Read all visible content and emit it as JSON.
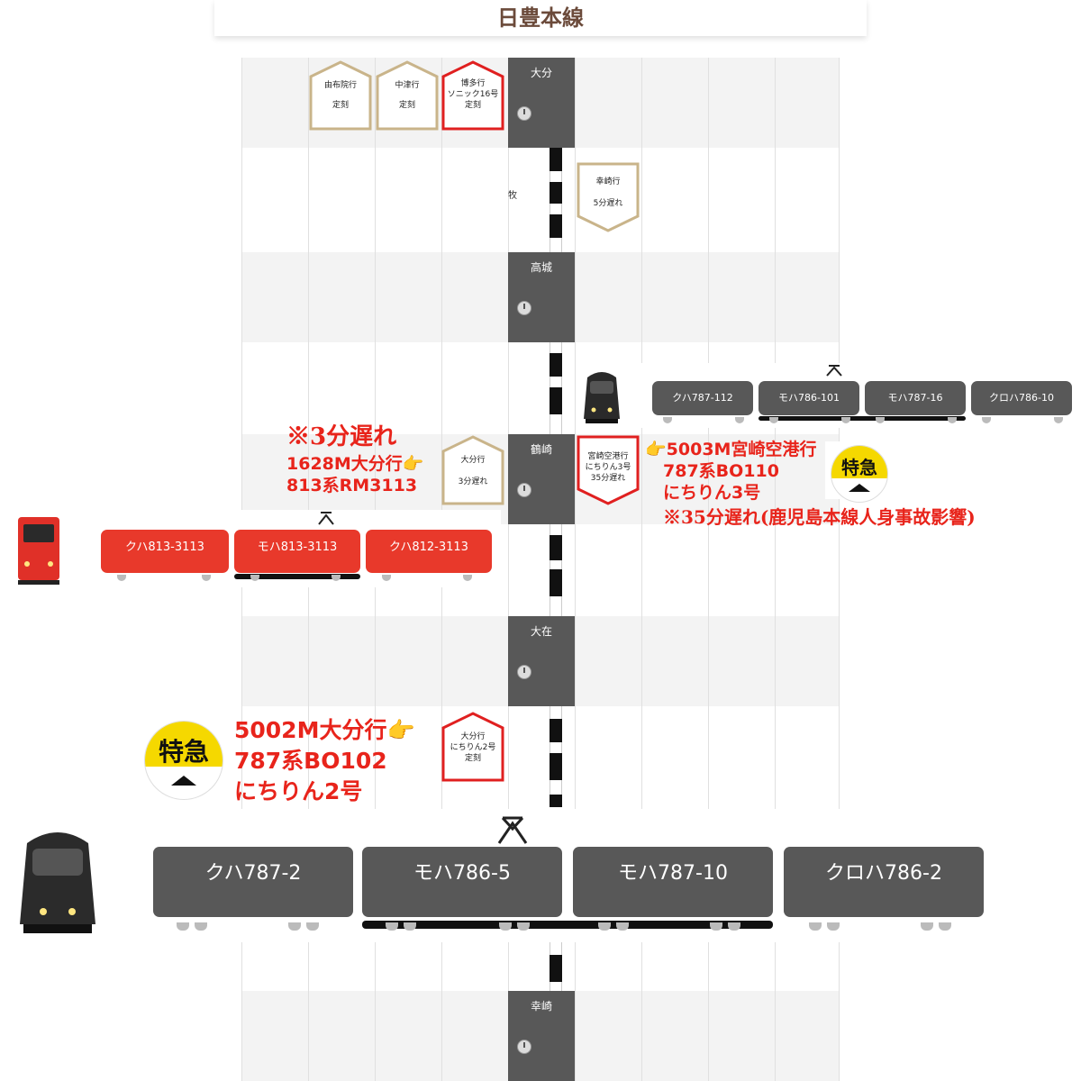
{
  "line_title": "日豊本線",
  "stations": [
    {
      "name": "大分"
    },
    {
      "name": "高城"
    },
    {
      "name": "鶴崎"
    },
    {
      "name": "大在"
    },
    {
      "name": "幸崎"
    }
  ],
  "between_label": "牧",
  "signs": [
    {
      "l1": "由布院行",
      "l2": "定刻",
      "color": "#c9b48a"
    },
    {
      "l1": "中津行",
      "l2": "定刻",
      "color": "#c9b48a"
    },
    {
      "l1": "博多行",
      "l2": "ソニック16号",
      "l3": "定刻",
      "color": "#e02020"
    },
    {
      "l1": "幸崎行",
      "l2": "5分遅れ",
      "color": "#c9b48a"
    },
    {
      "l1": "大分行",
      "l2": "3分遅れ",
      "color": "#c9b48a"
    },
    {
      "l1": "宮崎空港行",
      "l2": "にちりん3号",
      "l3": "35分遅れ",
      "color": "#e02020"
    },
    {
      "l1": "大分行",
      "l2": "にちりん2号",
      "l3": "定刻",
      "color": "#e02020"
    }
  ],
  "notes": {
    "n1628_delay": "※3分遅れ",
    "n1628_l1": "1628M大分行",
    "n1628_l2": "813系RM3113",
    "n5003_l1": "5003M宮崎空港行",
    "n5003_l2": "787系BO110",
    "n5003_l3": "にちりん3号",
    "n5003_l4": "※35分遅れ(鹿児島本線人身事故影響)",
    "n5002_l1": "5002M大分行",
    "n5002_l2": "787系BO102",
    "n5002_l3": "にちりん2号",
    "pointing_icon": "👉"
  },
  "badges": {
    "limited_express": "特急"
  },
  "trains": {
    "t5003_cars": [
      "クハ787-112",
      "モハ786-101",
      "モハ787-16",
      "クロハ786-10"
    ],
    "t1628_cars": [
      "クハ813-3113",
      "モハ813-3113",
      "クハ812-3113"
    ],
    "t5002_cars": [
      "クハ787-2",
      "モハ786-5",
      "モハ787-10",
      "クロハ786-2"
    ]
  },
  "colors": {
    "series787": "#585858",
    "series813": "#e8392b",
    "note_red": "#e8241b",
    "title_brown": "#6b4a3a",
    "badge_yellow": "#f5d800"
  }
}
